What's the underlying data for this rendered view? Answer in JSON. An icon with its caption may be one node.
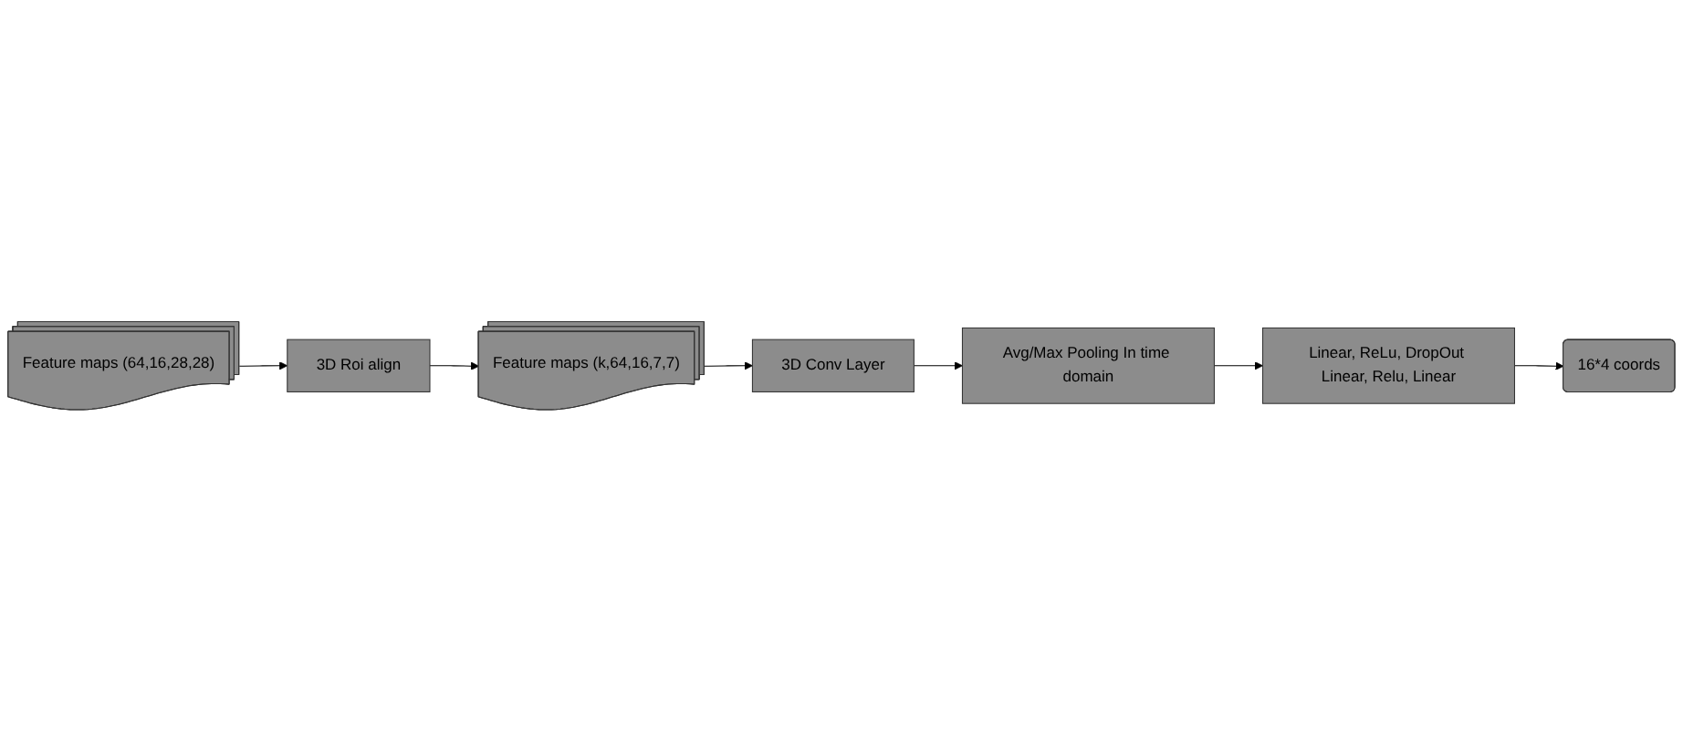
{
  "diagram": {
    "nodes": [
      {
        "text": [
          "Feature maps (64,16,28,28)"
        ]
      },
      {
        "text": [
          "3D Roi align"
        ]
      },
      {
        "text": [
          "Feature maps (k,64,16,7,7)"
        ]
      },
      {
        "text": [
          "3D Conv Layer"
        ]
      },
      {
        "text": [
          "Avg/Max Pooling In time domain"
        ]
      },
      {
        "text": [
          "Linear, ReLu, DropOut Linear, Relu, Linear"
        ]
      },
      {
        "text": [
          "16*4 coords"
        ]
      }
    ],
    "edges": [
      {
        "from": 0,
        "to": 1,
        "arrow": "to"
      },
      {
        "from": 1,
        "to": 2,
        "arrow": "to"
      },
      {
        "from": 2,
        "to": 3,
        "arrow": "to"
      },
      {
        "from": 3,
        "to": 4,
        "arrow": "to"
      },
      {
        "from": 4,
        "to": 5,
        "arrow": "to"
      },
      {
        "from": 5,
        "to": 6,
        "arrow": "to"
      }
    ]
  }
}
